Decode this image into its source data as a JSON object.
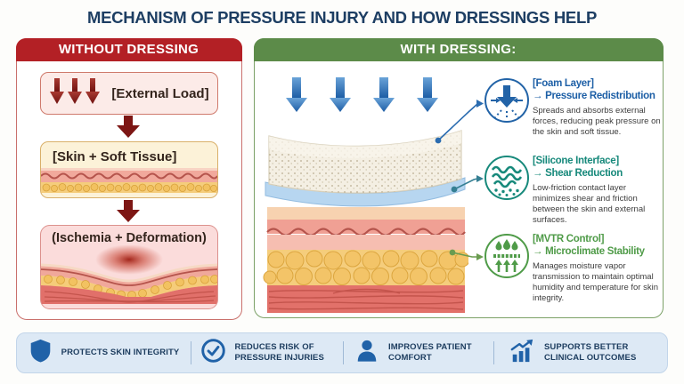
{
  "title": "MECHANISM OF PRESSURE INJURY AND HOW DRESSINGS HELP",
  "without_panel": {
    "header": "WITHOUT DRESSING",
    "steps": [
      {
        "label": "[External Load]"
      },
      {
        "label": "[Skin + Soft Tissue]"
      },
      {
        "label": "(Ischemia + Deformation)"
      }
    ]
  },
  "with_panel": {
    "header": "WITH DRESSING:",
    "annotations": [
      {
        "title": "[Foam Layer]",
        "subtitle": "→ Pressure Redistribution",
        "description": "Spreads and absorbs external forces, reducing peak pressure on the skin and soft tissue.",
        "color": "#1d5fa6",
        "icon": "pressure-redistribution-icon"
      },
      {
        "title": "[Silicone Interface]",
        "subtitle": "→ Shear Reduction",
        "description": "Low-friction contact layer minimizes shear and friction between the skin and external surfaces.",
        "color": "#17897b",
        "icon": "shear-reduction-icon"
      },
      {
        "title": "[MVTR Control]",
        "subtitle": "→ Microclimate Stability",
        "description": "Manages moisture vapor transmission to maintain optimal humidity and temperature for skin integrity.",
        "color": "#4f9b48",
        "icon": "moisture-vapor-icon"
      }
    ]
  },
  "benefits_bar": {
    "items": [
      {
        "label": "PROTECTS SKIN INTEGRITY",
        "icon": "shield-icon"
      },
      {
        "label": "REDUCES RISK OF PRESSURE INJURIES",
        "icon": "check-circle-icon"
      },
      {
        "label": "IMPROVES PATIENT COMFORT",
        "icon": "person-icon"
      },
      {
        "label": "SUPPORTS BETTER CLINICAL OUTCOMES",
        "icon": "bar-chart-icon"
      }
    ]
  },
  "colors": {
    "title_text": "#1d3e63",
    "without_header_bg": "#b32025",
    "with_header_bg": "#5c8b49",
    "load_arrow_red": "#7d1614",
    "pressure_arrow_blue": "#2263a7",
    "foam_annotation": "#1d5fa6",
    "silicone_annotation": "#17897b",
    "mvtr_annotation": "#4f9b48",
    "benefits_bg": "#dde9f5",
    "benefit_icon_blue": "#2062a8"
  }
}
